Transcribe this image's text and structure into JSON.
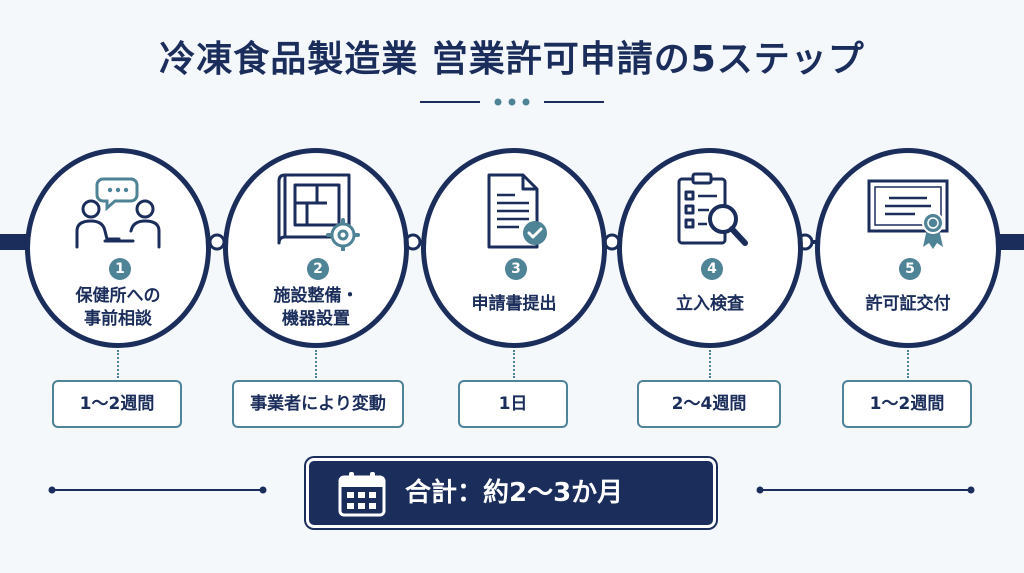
{
  "title": "冷凍食品製造業 営業許可申請の5ステップ",
  "colors": {
    "navy": "#1b2d5b",
    "teal": "#4f8396",
    "background": "#f4f8fb"
  },
  "steps": [
    {
      "number": "1",
      "label": "保健所への\n事前相談",
      "duration": "1～2週間",
      "icon": "consultation-icon"
    },
    {
      "number": "2",
      "label": "施設整備・\n機器設置",
      "duration": "事業者により変動",
      "icon": "blueprint-gear-icon"
    },
    {
      "number": "3",
      "label": "申請書提出",
      "duration": "1日",
      "icon": "document-check-icon"
    },
    {
      "number": "4",
      "label": "立入検査",
      "duration": "2～4週間",
      "icon": "checklist-magnifier-icon"
    },
    {
      "number": "5",
      "label": "許可証交付",
      "duration": "1～2週間",
      "icon": "certificate-icon"
    }
  ],
  "total": {
    "text": "合計：約2～3か月",
    "icon": "calendar-icon"
  }
}
